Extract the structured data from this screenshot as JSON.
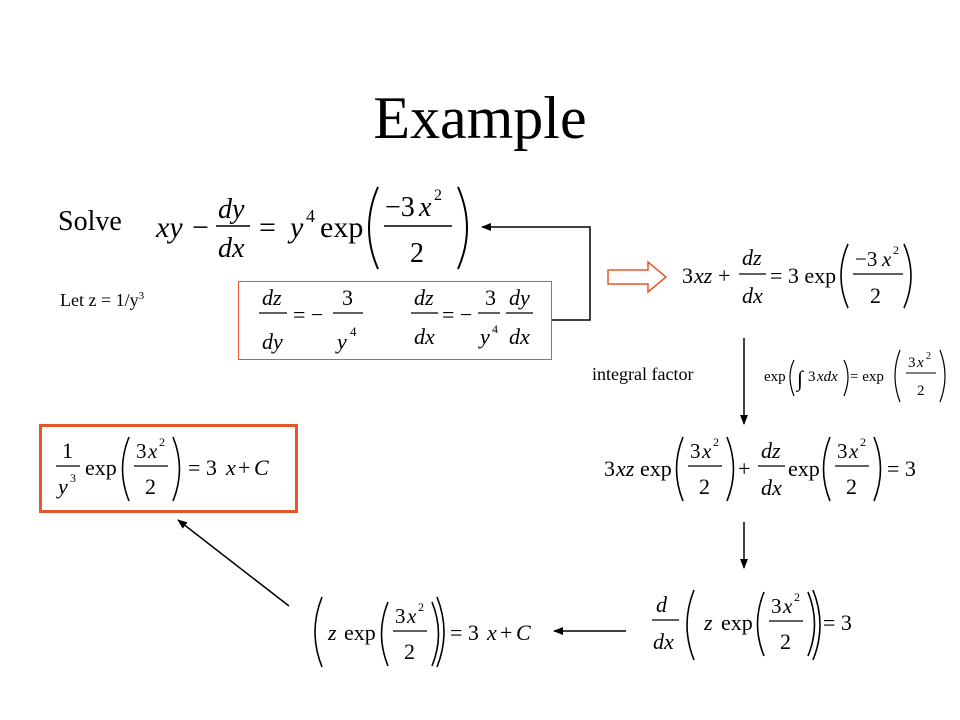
{
  "slide": {
    "title": "Example",
    "solve_label": "Solve",
    "substitution": {
      "prefix": "Let z = 1/y",
      "exponent": "3"
    },
    "integral_factor_label": "integral factor"
  },
  "colors": {
    "box_border": "#e8552a",
    "right_arrow_outline": "#e8552a",
    "arrow": "#000000"
  },
  "equations": {
    "original": "xy − dy/dx = y⁴ exp(−3x²/2)",
    "derivative_dz_dy": "dz/dy = −3/y⁴",
    "derivative_dz_dx": "dz/dx = −(3/y⁴)(dy/dx)",
    "linear_form": "3xz + dz/dx = 3 exp(−3x²/2)",
    "integrating_factor": "exp(∫3x dx) = exp(3x²/2)",
    "multiplied": "3xz exp(3x²/2) + (dz/dx) exp(3x²/2) = 3",
    "total_derivative": "d/dx (z exp(3x²/2)) = 3",
    "integrated": "(z exp(3x²/2)) = 3x + C",
    "solution": "(1/y³) exp(3x²/2) = 3x + C"
  }
}
